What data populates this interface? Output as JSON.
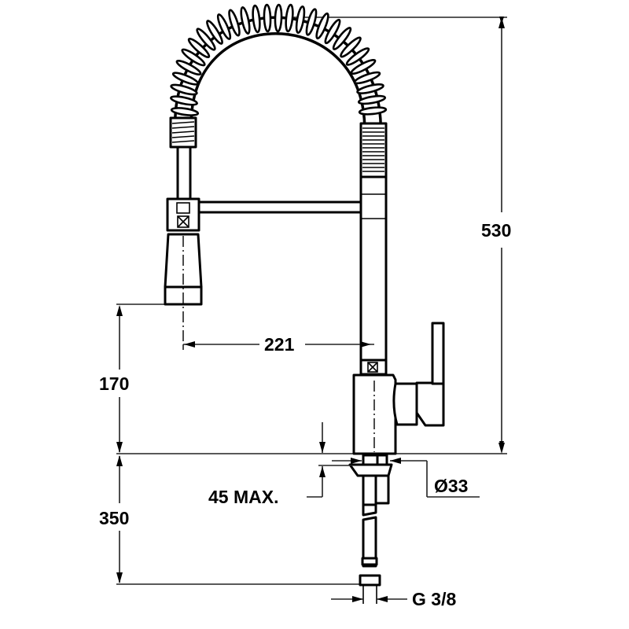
{
  "drawing": {
    "title": "Pull-out spring kitchen faucet - dimensional drawing",
    "line_color": "#000000",
    "background": "#ffffff",
    "units": "mm"
  },
  "dimensions": {
    "total_height": "530",
    "spout_reach": "221",
    "spout_clearance": "170",
    "supply_hose_length": "350",
    "max_deck_thickness": "45 MAX.",
    "mounting_hole_diameter": "Ø33",
    "connection_thread": "G 3/8"
  }
}
